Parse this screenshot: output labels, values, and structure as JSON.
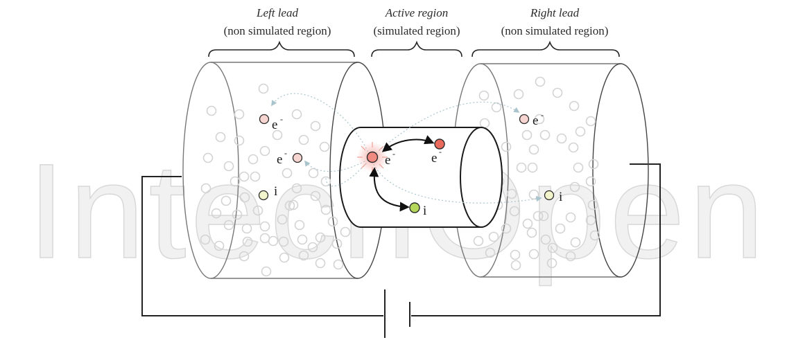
{
  "watermark": "IntechOpen",
  "regions": {
    "left": {
      "title": "Left lead",
      "subtitle": "(non simulated region)"
    },
    "center": {
      "title": "Active region",
      "subtitle": "(simulated region)"
    },
    "right": {
      "title": "Right lead",
      "subtitle": "(non simulated region)"
    }
  },
  "particles": {
    "left_e1": {
      "label": "e",
      "charge": "-"
    },
    "left_e2": {
      "label": "e",
      "charge": "-"
    },
    "left_i": {
      "label": "i"
    },
    "center_e1": {
      "label": "e",
      "charge": "-"
    },
    "center_e2": {
      "label": "e",
      "charge": "-"
    },
    "center_i": {
      "label": "i"
    },
    "right_e": {
      "label": "e",
      "charge": "-"
    },
    "right_i": {
      "label": "i"
    }
  },
  "colors": {
    "electron": "#f08a80",
    "electron_pale": "#f6d4d0",
    "ion": "#c8e07a",
    "ion_pale": "#f2f4cc",
    "bg_particle": "#d3d3d3",
    "outline": "#2a2a2a"
  }
}
